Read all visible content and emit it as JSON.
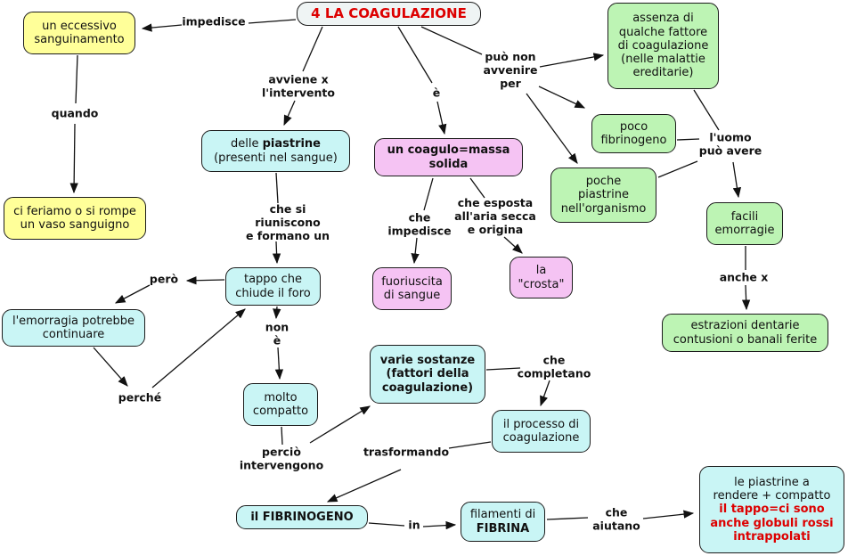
{
  "title": "4 LA COAGULAZIONE",
  "nodes": {
    "eccessivo": {
      "text": "un eccessivo\nsanguinamento"
    },
    "feriamo": {
      "text": "ci feriamo o si rompe\nun vaso sanguigno"
    },
    "piastrine": {
      "t1": "delle ",
      "t2": "piastrine",
      "t3": "(presenti nel sangue)"
    },
    "coagulo": {
      "text": "un coagulo=massa\nsolida"
    },
    "assenza": {
      "text": "assenza di\nqualche fattore\ndi coagulazione\n(nelle malattie\nereditarie)"
    },
    "poco": {
      "text": "poco\nfibrinogeno"
    },
    "poche": {
      "text": "poche\npiastrine\nnell'organismo"
    },
    "facili": {
      "text": "facili\nemorragie"
    },
    "estrazioni": {
      "text": "estrazioni dentarie\ncontusioni o banali ferite"
    },
    "tappo": {
      "text": "tappo che\nchiude il foro"
    },
    "emorragia": {
      "text": "l'emorragia potrebbe\ncontinuare"
    },
    "fuoriuscita": {
      "text": "fuoriuscita\ndi sangue"
    },
    "crosta": {
      "text": "la\n\"crosta\""
    },
    "molto": {
      "text": "molto\ncompatto"
    },
    "varie": {
      "text": "varie sostanze\n(fattori della\ncoagulazione)"
    },
    "processo": {
      "text": "il processo di\ncoagulazione"
    },
    "fibrinogeno": {
      "text": "il FIBRINOGENO"
    },
    "fibrina": {
      "t1": "filamenti di",
      "t2": "FIBRINA"
    },
    "lepiastrine": {
      "black": "le piastrine a\nrendere + compatto",
      "red": "il tappo=ci sono\nanche globuli rossi\nintrappolati"
    }
  },
  "labels": {
    "impedisce": "impedisce",
    "quando": "quando",
    "avviene": "avviene x\nl'intervento",
    "e": "è",
    "puo_non": "può non\navvenire\nper",
    "luomo": "l'uomo\npuò avere",
    "che_si": "che si\nriuniscono\ne formano un",
    "che_impedisce": "che\nimpedisce",
    "che_esposta": "che esposta\nall'aria secca\ne origina",
    "pero": "però",
    "non_e": "non\nè",
    "perche": "perché",
    "percio": "perciò\nintervengono",
    "trasformando": "trasformando",
    "che_completano": "che\ncompletano",
    "anche_x": "anche x",
    "in": "in",
    "che_aiutano": "che\naiutano"
  },
  "colors": {
    "yellow_node": "#ffff99",
    "cyan_node": "#c9f5f5",
    "green_node": "#bdf4b4",
    "pink_node": "#f5c3f3",
    "title_bg": "#eff4f4",
    "red_text": "#dd0000",
    "line": "#111111"
  }
}
